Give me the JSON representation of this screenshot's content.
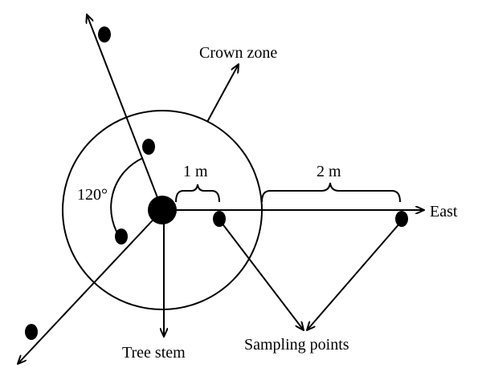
{
  "labels": {
    "crown_zone": "Crown zone",
    "one_meter": "1 m",
    "two_meter": "2 m",
    "east": "East",
    "angle": "120°",
    "tree_stem": "Tree stem",
    "sampling_points": "Sampling points"
  },
  "colors": {
    "ink": "#000000",
    "background": "#ffffff"
  }
}
